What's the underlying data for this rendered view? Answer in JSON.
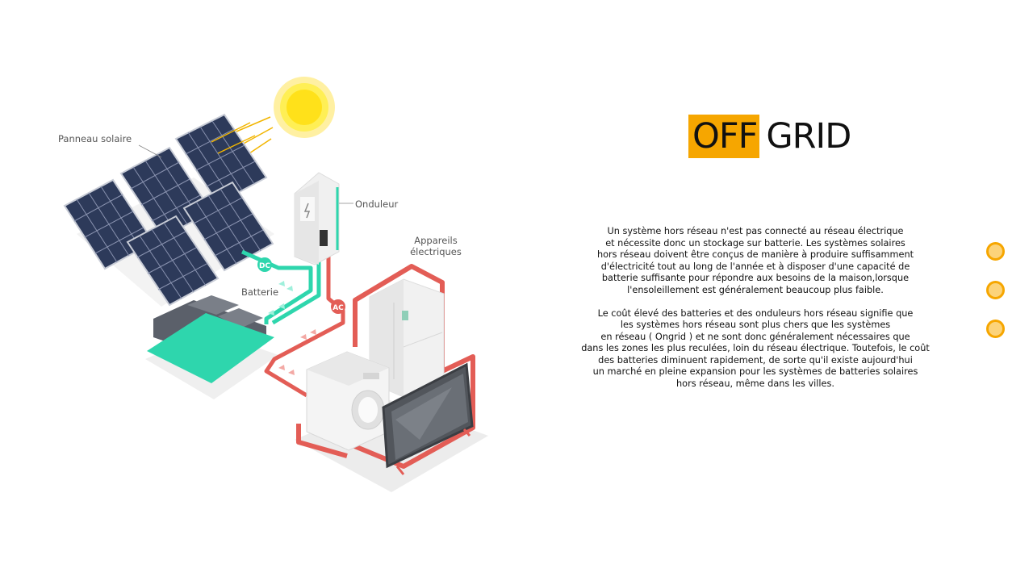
{
  "labels": {
    "panel": "Panneau solaire",
    "inverter": "Onduleur",
    "battery": "Batterie",
    "appliances_line1": "Appareils",
    "appliances_line2": "électriques",
    "dc_badge": "DC",
    "ac_badge": "AC"
  },
  "title": {
    "highlight": "OFF",
    "rest": "GRID"
  },
  "paragraphs": {
    "p1": [
      "Un système hors réseau n'est pas connecté au réseau électrique",
      "et nécessite donc un stockage sur batterie. Les systèmes solaires",
      "hors réseau doivent être conçus de manière à produire suffisamment",
      "d'électricité tout au long de l'année et à disposer d'une capacité de",
      "batterie suffisante pour répondre aux besoins de la maison,lorsque",
      "l'ensoleillement est généralement beaucoup plus faible."
    ],
    "p2": [
      "Le coût élevé des batteries et des onduleurs hors réseau signifie que",
      "les systèmes hors réseau sont plus chers que les systèmes",
      "en réseau ( Ongrid ) et ne sont donc généralement nécessaires que",
      "dans les zones les plus reculées, loin du réseau électrique. Toutefois, le coût",
      "des batteries diminuent rapidement, de sorte qu'il existe aujourd'hui",
      "un marché en pleine expansion pour les systèmes de batteries solaires",
      "hors réseau, même dans les villes."
    ]
  },
  "colors": {
    "accent": "#f6a600",
    "dc_line": "#2ed6ad",
    "ac_line": "#e35d56",
    "panel": "#2d3a5a",
    "sun": "#ffe11a"
  },
  "nav_dots": [
    "dot-1",
    "dot-2",
    "dot-3"
  ]
}
